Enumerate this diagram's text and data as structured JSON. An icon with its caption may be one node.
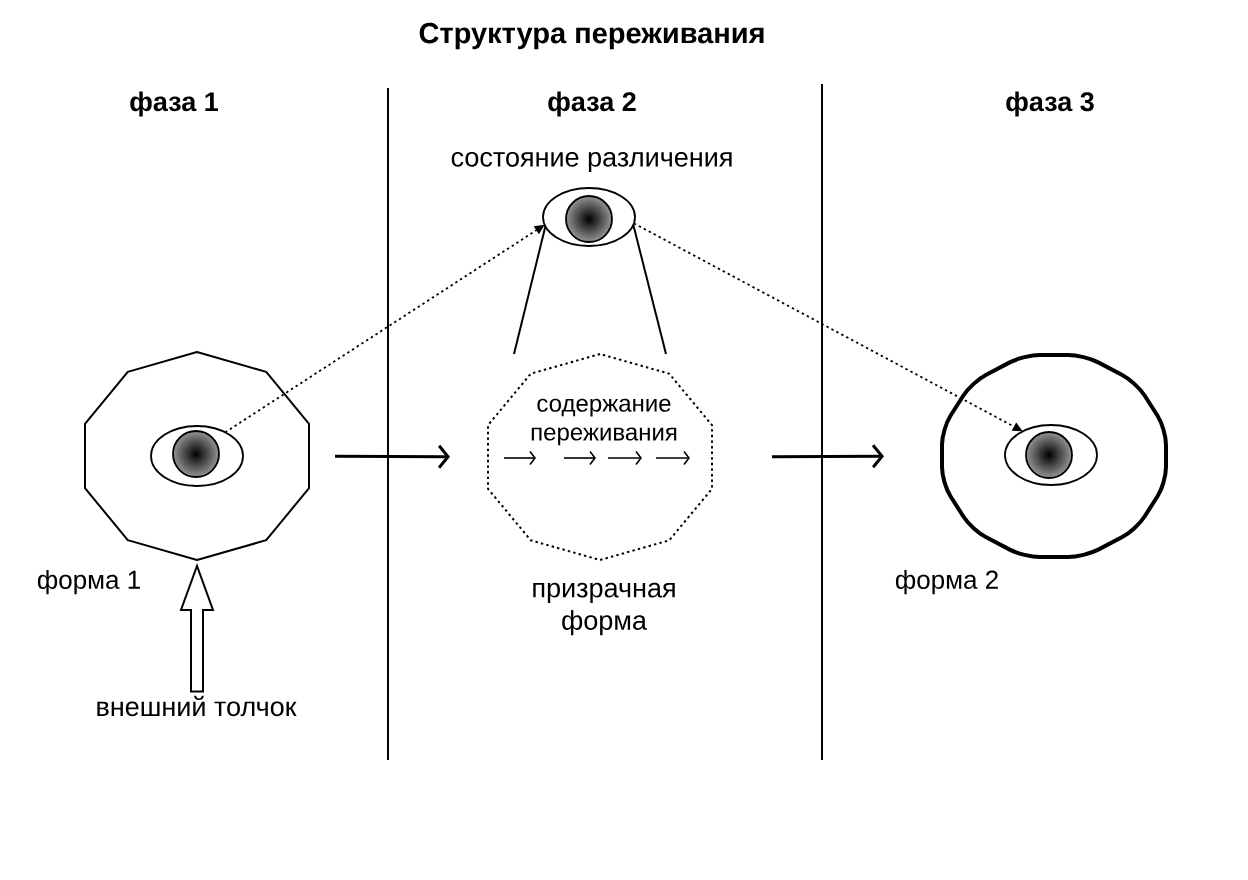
{
  "diagram": {
    "title": "Структура переживания",
    "nodes": [
      {
        "text": [
          "форма 1"
        ]
      },
      {
        "text": [],
        "shape": "eye",
        "in": 0
      },
      {
        "text": [
          "состояние различения"
        ]
      },
      {
        "text": [
          "содержание переживания",
          "призрачная форма"
        ]
      },
      {
        "text": [
          "форма 2"
        ]
      },
      {
        "text": [],
        "shape": "eye",
        "in": 4
      },
      {
        "text": [
          "внешний толчок"
        ]
      }
    ],
    "edges": [
      {
        "from": 6,
        "to": 0,
        "arrow": "to"
      },
      {
        "from": 0,
        "to": 3,
        "arrow": "to"
      },
      {
        "from": 3,
        "to": 4,
        "arrow": "to"
      },
      {
        "from": 1,
        "to": 2,
        "arrow": "to",
        "style": "dashed"
      },
      {
        "from": 2,
        "to": 5,
        "arrow": "to",
        "style": "dashed"
      },
      {
        "from": 3,
        "to": 2,
        "arrow": "none"
      },
      {
        "from": 3,
        "to": 2,
        "arrow": "none"
      }
    ],
    "labels": [
      "фаза 1",
      "фаза 2",
      "фаза 3"
    ]
  }
}
